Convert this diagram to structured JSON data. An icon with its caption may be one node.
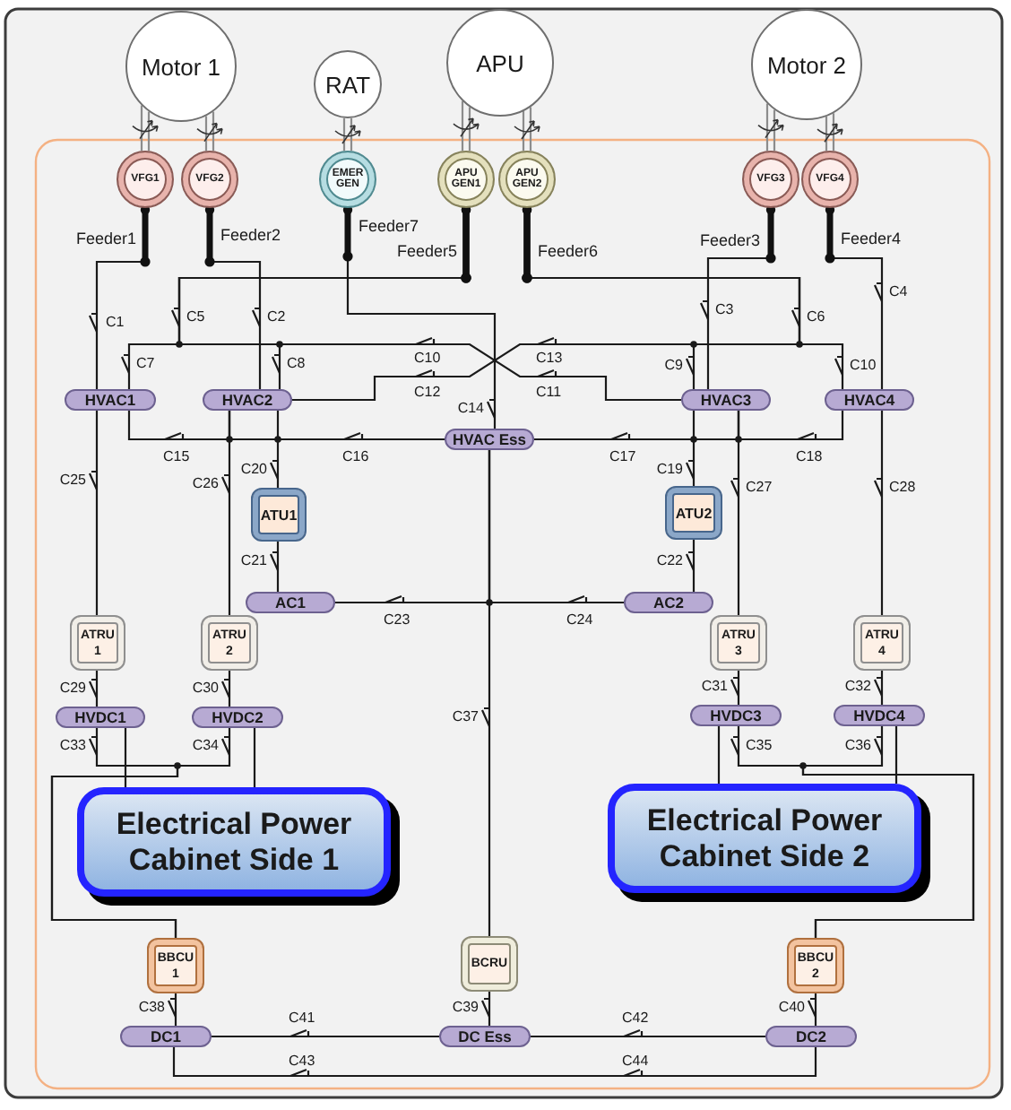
{
  "diagram": {
    "nodes": [
      {
        "text": [
          "Motor 1"
        ]
      },
      {
        "text": [
          "RAT"
        ]
      },
      {
        "text": [
          "APU"
        ]
      },
      {
        "text": [
          "Motor 2"
        ]
      },
      {
        "text": [
          "VFG1"
        ]
      },
      {
        "text": [
          "VFG2"
        ]
      },
      {
        "text": [
          "EMER GEN"
        ]
      },
      {
        "text": [
          "APU GEN1"
        ]
      },
      {
        "text": [
          "APU GEN2"
        ]
      },
      {
        "text": [
          "VFG3"
        ]
      },
      {
        "text": [
          "VFG4"
        ]
      },
      {
        "text": [
          "HVAC1"
        ]
      },
      {
        "text": [
          "HVAC2"
        ]
      },
      {
        "text": [
          "HVAC3"
        ]
      },
      {
        "text": [
          "HVAC4"
        ]
      },
      {
        "text": [
          "HVAC Ess"
        ]
      },
      {
        "text": [
          "ATU1"
        ]
      },
      {
        "text": [
          "ATU2"
        ]
      },
      {
        "text": [
          "AC1"
        ]
      },
      {
        "text": [
          "AC2"
        ]
      },
      {
        "text": [
          "ATRU 1"
        ]
      },
      {
        "text": [
          "ATRU 2"
        ]
      },
      {
        "text": [
          "ATRU 3"
        ]
      },
      {
        "text": [
          "ATRU 4"
        ]
      },
      {
        "text": [
          "HVDC1"
        ]
      },
      {
        "text": [
          "HVDC2"
        ]
      },
      {
        "text": [
          "HVDC3"
        ]
      },
      {
        "text": [
          "HVDC4"
        ]
      },
      {
        "text": [
          "Electrical Power Cabinet Side 1"
        ]
      },
      {
        "text": [
          "Electrical Power Cabinet Side 2"
        ]
      },
      {
        "text": [
          "BBCU 1"
        ]
      },
      {
        "text": [
          "BCRU"
        ]
      },
      {
        "text": [
          "BBCU 2"
        ]
      },
      {
        "text": [
          "DC1"
        ]
      },
      {
        "text": [
          "DC Ess"
        ]
      },
      {
        "text": [
          "DC2"
        ]
      }
    ],
    "edges": [
      {
        "from": 0,
        "to": 4,
        "arrow": "none",
        "color": "#8c8c8c"
      },
      {
        "from": 0,
        "to": 5,
        "arrow": "none",
        "color": "#8c8c8c"
      },
      {
        "from": 1,
        "to": 6,
        "arrow": "none",
        "color": "#8c8c8c"
      },
      {
        "from": 2,
        "to": 7,
        "arrow": "none",
        "color": "#8c8c8c"
      },
      {
        "from": 2,
        "to": 8,
        "arrow": "none",
        "color": "#8c8c8c"
      },
      {
        "from": 3,
        "to": 9,
        "arrow": "none",
        "color": "#8c8c8c"
      },
      {
        "from": 3,
        "to": 10,
        "arrow": "none",
        "color": "#8c8c8c"
      },
      {
        "from": 4,
        "to": 11,
        "arrow": "other",
        "label": "Feeder1"
      },
      {
        "from": 5,
        "to": 12,
        "arrow": "other",
        "label": "Feeder2"
      },
      {
        "from": 6,
        "to": 15,
        "arrow": "other",
        "label": "Feeder7"
      },
      {
        "from": 7,
        "to": 11,
        "arrow": "other",
        "label": "Feeder5"
      },
      {
        "from": 7,
        "to": 12,
        "arrow": "other"
      },
      {
        "from": 7,
        "to": 13,
        "arrow": "other"
      },
      {
        "from": 8,
        "to": 12,
        "arrow": "other",
        "label": "Feeder6"
      },
      {
        "from": 8,
        "to": 13,
        "arrow": "other"
      },
      {
        "from": 8,
        "to": 14,
        "arrow": "other"
      },
      {
        "from": 9,
        "to": 13,
        "arrow": "other",
        "label": "Feeder3"
      },
      {
        "from": 10,
        "to": 14,
        "arrow": "other",
        "label": "Feeder4"
      },
      {
        "from": 11,
        "to": 12,
        "arrow": "none"
      },
      {
        "from": 11,
        "to": 20,
        "arrow": "none"
      },
      {
        "from": 12,
        "to": 15,
        "arrow": "none"
      },
      {
        "from": 12,
        "to": 16,
        "arrow": "none"
      },
      {
        "from": 12,
        "to": 21,
        "arrow": "none"
      },
      {
        "from": 13,
        "to": 14,
        "arrow": "none"
      },
      {
        "from": 13,
        "to": 17,
        "arrow": "none"
      },
      {
        "from": 13,
        "to": 22,
        "arrow": "none"
      },
      {
        "from": 14,
        "to": 23,
        "arrow": "none"
      },
      {
        "from": 15,
        "to": 13,
        "arrow": "none"
      },
      {
        "from": 15,
        "to": 31,
        "arrow": "none"
      },
      {
        "from": 16,
        "to": 18,
        "arrow": "none"
      },
      {
        "from": 17,
        "to": 19,
        "arrow": "none"
      },
      {
        "from": 18,
        "to": 15,
        "arrow": "none"
      },
      {
        "from": 19,
        "to": 15,
        "arrow": "none"
      },
      {
        "from": 20,
        "to": 24,
        "arrow": "none"
      },
      {
        "from": 21,
        "to": 25,
        "arrow": "none"
      },
      {
        "from": 22,
        "to": 26,
        "arrow": "none"
      },
      {
        "from": 23,
        "to": 27,
        "arrow": "none"
      },
      {
        "from": 24,
        "to": 28,
        "arrow": "none"
      },
      {
        "from": 24,
        "to": 30,
        "arrow": "none"
      },
      {
        "from": 25,
        "to": 28,
        "arrow": "none"
      },
      {
        "from": 25,
        "to": 30,
        "arrow": "none"
      },
      {
        "from": 26,
        "to": 29,
        "arrow": "none"
      },
      {
        "from": 26,
        "to": 32,
        "arrow": "none"
      },
      {
        "from": 27,
        "to": 29,
        "arrow": "none"
      },
      {
        "from": 27,
        "to": 32,
        "arrow": "none"
      },
      {
        "from": 30,
        "to": 33,
        "arrow": "none"
      },
      {
        "from": 31,
        "to": 34,
        "arrow": "none"
      },
      {
        "from": 32,
        "to": 35,
        "arrow": "none"
      },
      {
        "from": 33,
        "to": 34,
        "arrow": "none"
      },
      {
        "from": 33,
        "to": 35,
        "arrow": "none"
      },
      {
        "from": 34,
        "to": 35,
        "arrow": "none"
      }
    ],
    "labels": [
      "C1",
      "C5",
      "C2",
      "C3",
      "C6",
      "C4",
      "C7",
      "C10",
      "C8",
      "C12",
      "C13",
      "C11",
      "C9",
      "C10",
      "C14",
      "C15",
      "C16",
      "C17",
      "C18",
      "C25",
      "C26",
      "C20",
      "C19",
      "C27",
      "C28",
      "C21",
      "C22",
      "C23",
      "C24",
      "C29",
      "C30",
      "C31",
      "C32",
      "C33",
      "C34",
      "C37",
      "C35",
      "C36",
      "C38",
      "C39",
      "C40",
      "C41",
      "C42",
      "C43",
      "C44"
    ]
  }
}
